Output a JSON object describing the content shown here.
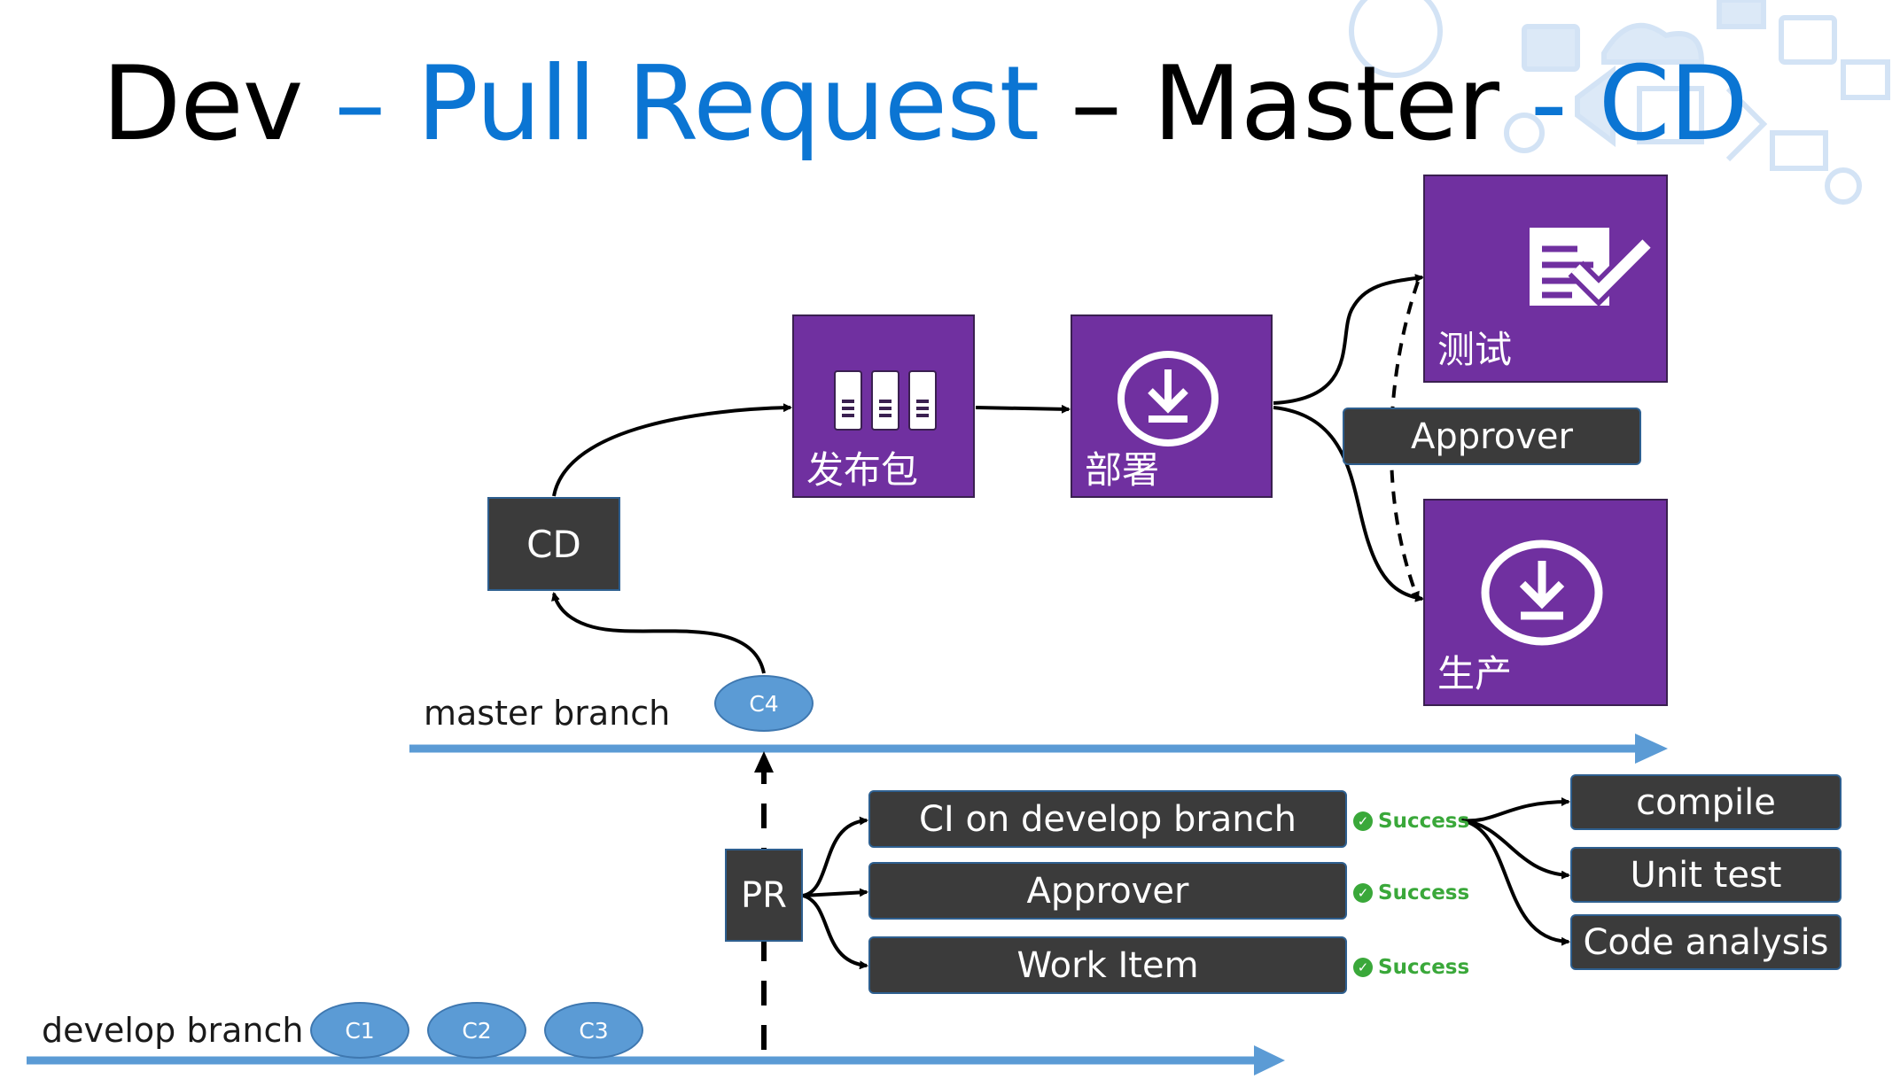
{
  "title": {
    "part1": "Dev",
    "sep1": " – ",
    "part2": "Pull Request",
    "sep2": " – ",
    "part3": "Master",
    "sep3": " - ",
    "part4": "CD"
  },
  "cd_box": "CD",
  "tiles": {
    "package": "发布包",
    "deploy": "部署",
    "test": "测试",
    "prod": "生产"
  },
  "approver_cd": "Approver",
  "master_branch": {
    "label": "master branch",
    "commit": "C4"
  },
  "develop_branch": {
    "label": "develop branch",
    "commits": [
      "C1",
      "C2",
      "C3"
    ]
  },
  "pr_box": "PR",
  "policies": [
    {
      "label": "CI on develop branch",
      "status": "Success"
    },
    {
      "label": "Approver",
      "status": "Success"
    },
    {
      "label": "Work Item",
      "status": "Success"
    }
  ],
  "ci_steps": [
    "compile",
    "Unit test",
    "Code analysis"
  ],
  "colors": {
    "title_blue": "#0b75d3",
    "tile_purple": "#7030a0",
    "dark_box": "#3b3b3b",
    "branch_arrow": "#5b9bd5",
    "success_green": "#3aa83a"
  }
}
